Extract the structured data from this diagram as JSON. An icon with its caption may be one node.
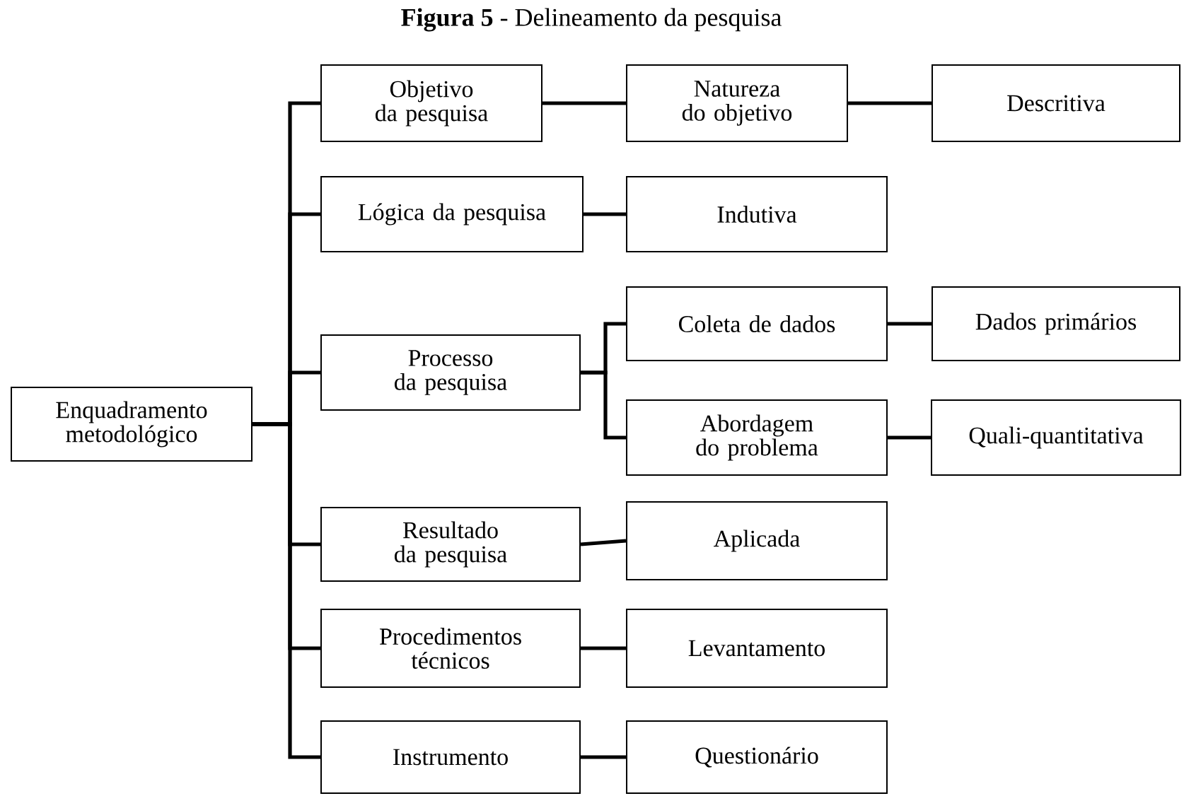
{
  "diagram": {
    "title": "**Figura 5** - Delineamento da pesquisa",
    "nodes": [
      {
        "text": [
          "Enquadramento metodológico"
        ]
      },
      {
        "text": [
          "Objetivo da pesquisa"
        ]
      },
      {
        "text": [
          "Natureza do objetivo"
        ]
      },
      {
        "text": [
          "Descritiva"
        ]
      },
      {
        "text": [
          "Lógica da pesquisa"
        ]
      },
      {
        "text": [
          "Indutiva"
        ]
      },
      {
        "text": [
          "Processo da pesquisa"
        ]
      },
      {
        "text": [
          "Coleta de dados"
        ]
      },
      {
        "text": [
          "Dados primários"
        ]
      },
      {
        "text": [
          "Abordagem do problema"
        ]
      },
      {
        "text": [
          "Quali-quantitativa"
        ]
      },
      {
        "text": [
          "Resultado da pesquisa"
        ]
      },
      {
        "text": [
          "Aplicada"
        ]
      },
      {
        "text": [
          "Procedimentos técnicos"
        ]
      },
      {
        "text": [
          "Levantamento"
        ]
      },
      {
        "text": [
          "Instrumento"
        ]
      },
      {
        "text": [
          "Questionário"
        ]
      }
    ],
    "edges": [
      {
        "from": 0,
        "to": 1,
        "arrow": "none"
      },
      {
        "from": 0,
        "to": 4,
        "arrow": "none"
      },
      {
        "from": 0,
        "to": 6,
        "arrow": "none"
      },
      {
        "from": 0,
        "to": 11,
        "arrow": "none"
      },
      {
        "from": 0,
        "to": 13,
        "arrow": "none"
      },
      {
        "from": 0,
        "to": 15,
        "arrow": "none"
      },
      {
        "from": 1,
        "to": 2,
        "arrow": "none"
      },
      {
        "from": 2,
        "to": 3,
        "arrow": "none"
      },
      {
        "from": 4,
        "to": 5,
        "arrow": "none"
      },
      {
        "from": 6,
        "to": 7,
        "arrow": "none"
      },
      {
        "from": 6,
        "to": 9,
        "arrow": "none"
      },
      {
        "from": 7,
        "to": 8,
        "arrow": "none"
      },
      {
        "from": 9,
        "to": 10,
        "arrow": "none"
      },
      {
        "from": 11,
        "to": 12,
        "arrow": "none"
      },
      {
        "from": 13,
        "to": 14,
        "arrow": "none"
      },
      {
        "from": 15,
        "to": 16,
        "arrow": "none"
      }
    ]
  }
}
